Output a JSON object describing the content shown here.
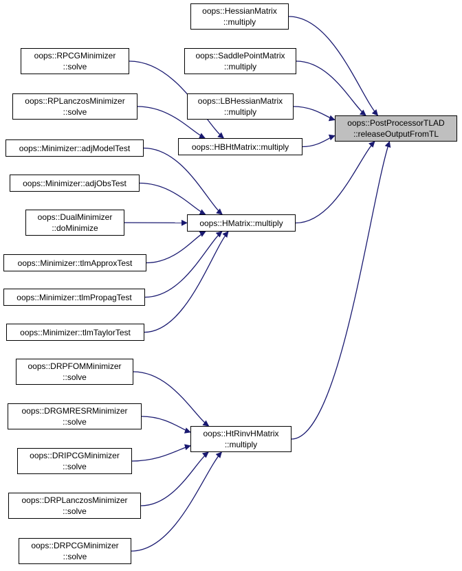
{
  "colors": {
    "edge": "#191970",
    "node_border": "#000000",
    "root_fill": "#bfbfbf",
    "node_fill": "#ffffff"
  },
  "nodes": {
    "root": {
      "line1": "oops::PostProcessorTLAD",
      "line2": "::releaseOutputFromTL"
    },
    "hessian": {
      "line1": "oops::HessianMatrix",
      "line2": "::multiply"
    },
    "saddle": {
      "line1": "oops::SaddlePointMatrix",
      "line2": "::multiply"
    },
    "lbhessian": {
      "line1": "oops::LBHessianMatrix",
      "line2": "::multiply"
    },
    "hbht": {
      "line1": "oops::HBHtMatrix::multiply"
    },
    "hmatrix": {
      "line1": "oops::HMatrix::multiply"
    },
    "htrinvh": {
      "line1": "oops::HtRinvHMatrix",
      "line2": "::multiply"
    },
    "rpcg": {
      "line1": "oops::RPCGMinimizer",
      "line2": "::solve"
    },
    "rplanczos": {
      "line1": "oops::RPLanczosMinimizer",
      "line2": "::solve"
    },
    "adjmodel": {
      "line1": "oops::Minimizer::adjModelTest"
    },
    "adjobs": {
      "line1": "oops::Minimizer::adjObsTest"
    },
    "dual": {
      "line1": "oops::DualMinimizer",
      "line2": "::doMinimize"
    },
    "tlmapprox": {
      "line1": "oops::Minimizer::tlmApproxTest"
    },
    "tlmpropag": {
      "line1": "oops::Minimizer::tlmPropagTest"
    },
    "tlmtaylor": {
      "line1": "oops::Minimizer::tlmTaylorTest"
    },
    "drpfom": {
      "line1": "oops::DRPFOMMinimizer",
      "line2": "::solve"
    },
    "drgmresr": {
      "line1": "oops::DRGMRESRMinimizer",
      "line2": "::solve"
    },
    "dripcg": {
      "line1": "oops::DRIPCGMinimizer",
      "line2": "::solve"
    },
    "drplanczos": {
      "line1": "oops::DRPLanczosMinimizer",
      "line2": "::solve"
    },
    "drpcg": {
      "line1": "oops::DRPCGMinimizer",
      "line2": "::solve"
    }
  },
  "edges": [
    {
      "from": "hessian",
      "to": "root"
    },
    {
      "from": "saddle",
      "to": "root"
    },
    {
      "from": "lbhessian",
      "to": "root"
    },
    {
      "from": "hbht",
      "to": "root"
    },
    {
      "from": "hmatrix",
      "to": "root"
    },
    {
      "from": "htrinvh",
      "to": "root"
    },
    {
      "from": "rpcg",
      "to": "hbht"
    },
    {
      "from": "rplanczos",
      "to": "hbht"
    },
    {
      "from": "adjmodel",
      "to": "hmatrix"
    },
    {
      "from": "adjobs",
      "to": "hmatrix"
    },
    {
      "from": "dual",
      "to": "hmatrix"
    },
    {
      "from": "tlmapprox",
      "to": "hmatrix"
    },
    {
      "from": "tlmpropag",
      "to": "hmatrix"
    },
    {
      "from": "tlmtaylor",
      "to": "hmatrix"
    },
    {
      "from": "drpfom",
      "to": "htrinvh"
    },
    {
      "from": "drgmresr",
      "to": "htrinvh"
    },
    {
      "from": "dripcg",
      "to": "htrinvh"
    },
    {
      "from": "drplanczos",
      "to": "htrinvh"
    },
    {
      "from": "drpcg",
      "to": "htrinvh"
    }
  ]
}
